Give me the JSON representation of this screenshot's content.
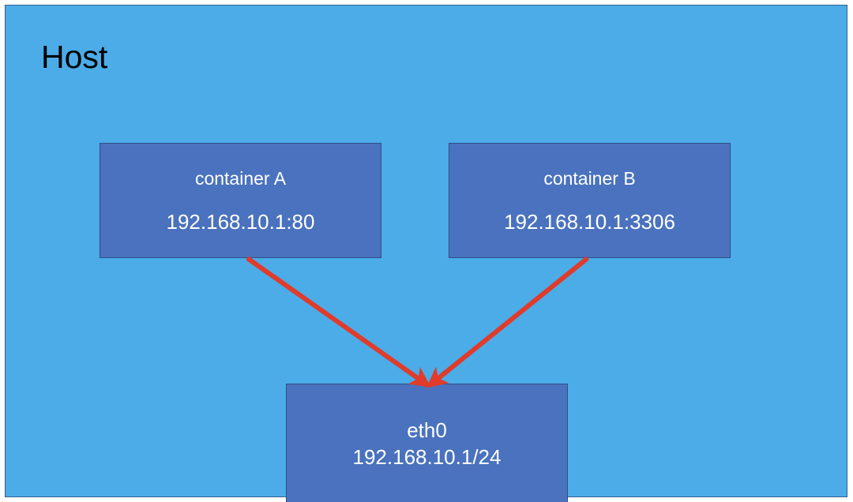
{
  "diagram": {
    "title": "Host",
    "host": {
      "label": "Host",
      "background_color": "#4BACE8",
      "border_color": "#31608F"
    },
    "nodes": [
      {
        "id": "container-a",
        "name": "container A",
        "address": "192.168.10.1:80",
        "fill_color": "#4A72BE",
        "text_color": "#FFFFFF"
      },
      {
        "id": "container-b",
        "name": "container B",
        "address": "192.168.10.1:3306",
        "fill_color": "#4A72BE",
        "text_color": "#FFFFFF"
      },
      {
        "id": "eth0",
        "name": "eth0",
        "address": "192.168.10.1/24",
        "fill_color": "#4A72BE",
        "text_color": "#FFFFFF"
      }
    ],
    "connections": [
      {
        "id": "conn-a-to-eth0",
        "from": "container A",
        "to": "eth0",
        "color": "#E03B2B",
        "arrowhead": "end"
      },
      {
        "id": "conn-b-to-eth0",
        "from": "container B",
        "to": "eth0",
        "color": "#E03B2B",
        "arrowhead": "end"
      }
    ]
  }
}
